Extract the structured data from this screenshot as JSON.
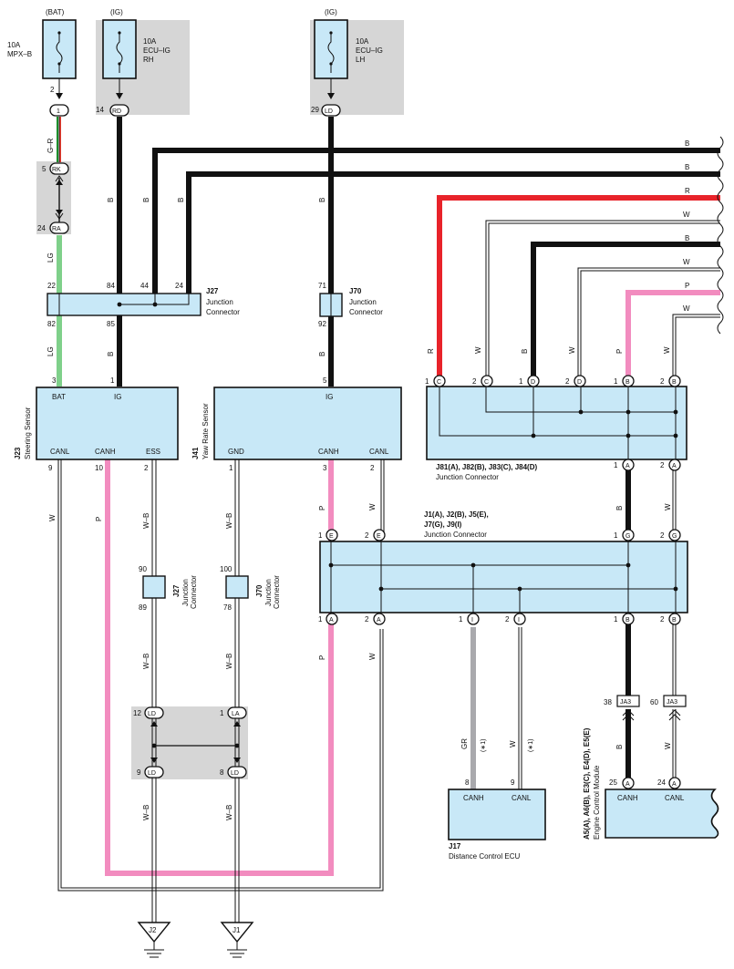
{
  "fuses": [
    {
      "source": "(BAT)",
      "amps": "10A",
      "name1": "MPX–B",
      "name2": ""
    },
    {
      "source": "(IG)",
      "amps": "10A",
      "name1": "ECU–IG",
      "name2": "RH"
    },
    {
      "source": "(IG)",
      "amps": "10A",
      "name1": "ECU–IG",
      "name2": "LH"
    }
  ],
  "pins": {
    "fuse1": "2",
    "fuse2": "14",
    "fuse3": "29",
    "c1": "1",
    "rd": "RD",
    "ld": "LD",
    "rk": "RK",
    "ra": "RA",
    "n5": "5",
    "n24": "24",
    "j27_22": "22",
    "j27_84": "84",
    "j27_44": "44",
    "j27_24": "24",
    "j27_82": "82",
    "j27_85": "85",
    "j70_71": "71",
    "j70_92": "92",
    "j23_3": "3",
    "j23_1": "1",
    "j23_9": "9",
    "j23_10": "10",
    "j23_2": "2",
    "j41_5": "5",
    "j41_1": "1",
    "j41_3": "3",
    "j41_2": "2",
    "j27b_90": "90",
    "j27b_89": "89",
    "j70b_100": "100",
    "j70b_78": "78",
    "ld12": "12",
    "la1": "1",
    "ld9": "9",
    "ld8": "8",
    "la": "LA",
    "p1": "1",
    "p2": "2",
    "C": "C",
    "D": "D",
    "B": "B",
    "A": "A",
    "E": "E",
    "G": "G",
    "I": "I",
    "ja3": "JA3",
    "ja3_38": "38",
    "ja3_60": "60",
    "ecm_25": "25",
    "ecm_24": "24",
    "j17_8": "8",
    "j17_9": "9"
  },
  "wires": {
    "G_R": "G–R",
    "LG": "LG",
    "B": "B",
    "R": "R",
    "W": "W",
    "P": "P",
    "W_B": "W–B",
    "GR": "GR",
    "note": "(∗1)"
  },
  "components": {
    "j23": {
      "code": "J23",
      "name": "Steering Sensor",
      "bat": "BAT",
      "ig": "IG",
      "canl": "CANL",
      "canh": "CANH",
      "ess": "ESS"
    },
    "j41": {
      "code": "J41",
      "name": "Yaw Rate Sensor",
      "ig": "IG",
      "gnd": "GND",
      "canh": "CANH",
      "canl": "CANL"
    },
    "j27": {
      "code": "J27",
      "name1": "Junction",
      "name2": "Connector"
    },
    "j70": {
      "code": "J70",
      "name1": "Junction",
      "name2": "Connector"
    },
    "jc_top": {
      "code": "J81(A), J82(B), J83(C), J84(D)",
      "name": "Junction Connector"
    },
    "jc_mid": {
      "code1": "J1(A), J2(B), J5(E),",
      "code2": "J7(G), J9(I)",
      "name": "Junction Connector"
    },
    "j17": {
      "code": "J17",
      "name": "Distance Control ECU",
      "canh": "CANH",
      "canl": "CANL"
    },
    "ecm": {
      "code": "A5(A), A6(B), E3(C), E4(D), E5(E)",
      "name": "Engine Control Module",
      "canh": "CANH",
      "canl": "CANL"
    }
  },
  "grounds": [
    "J2",
    "J1"
  ]
}
